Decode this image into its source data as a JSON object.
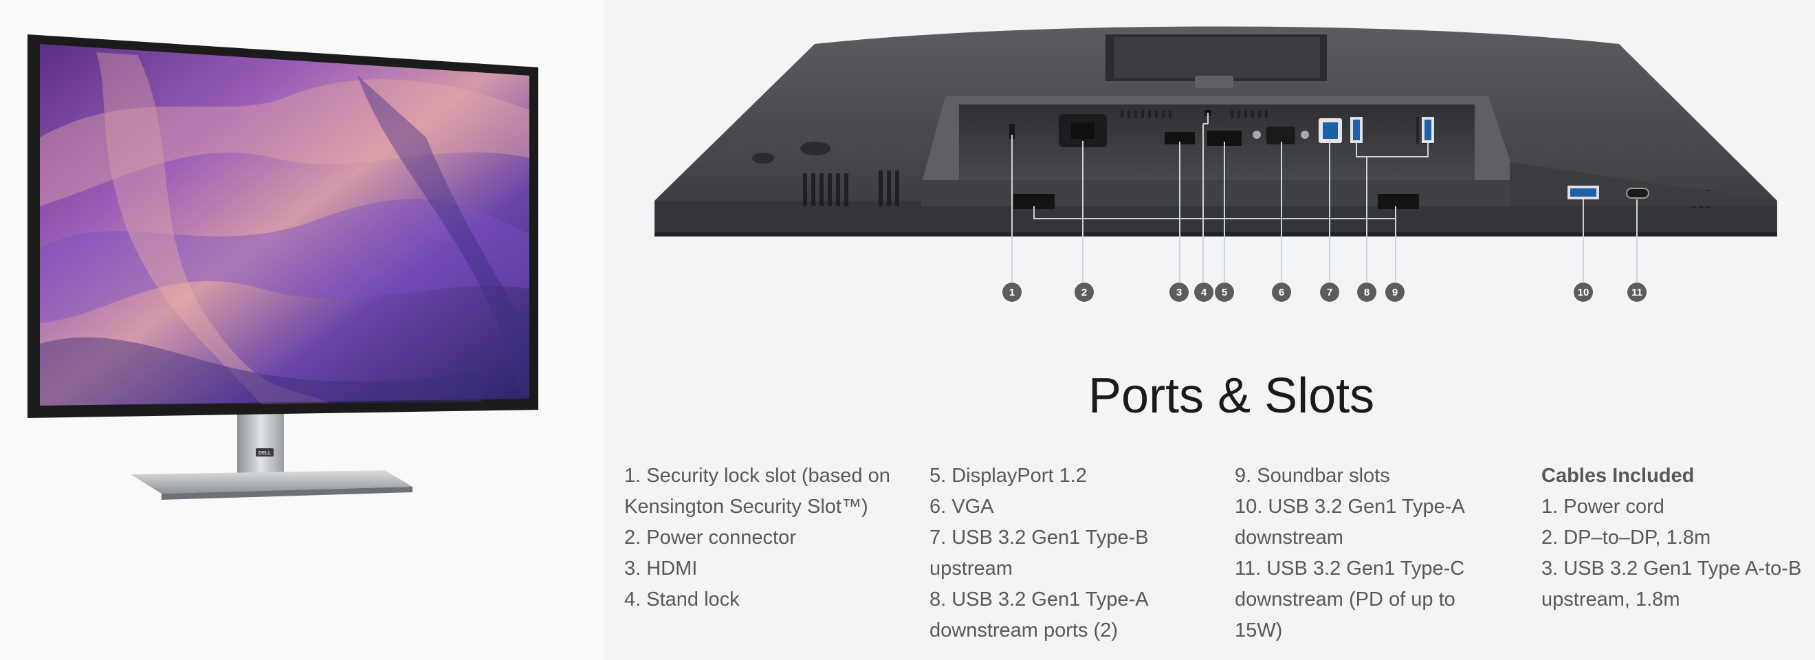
{
  "product": {
    "brand_logo": "DELL"
  },
  "callouts": [
    "1",
    "2",
    "3",
    "4",
    "5",
    "6",
    "7",
    "8",
    "9",
    "10",
    "11"
  ],
  "section": {
    "title": "Ports & Slots"
  },
  "columns": [
    {
      "lines": [
        "1. Security lock slot (based on",
        "Kensington Security Slot™)",
        "2. Power connector",
        "3. HDMI",
        "4. Stand lock"
      ]
    },
    {
      "lines": [
        "5. DisplayPort 1.2",
        "6. VGA",
        "7. USB 3.2 Gen1 Type-B",
        "upstream",
        "8. USB 3.2 Gen1 Type-A",
        "downstream ports (2)"
      ]
    },
    {
      "lines": [
        "9. Soundbar slots",
        "10. USB 3.2 Gen1 Type-A",
        "downstream",
        "11. USB 3.2 Gen1 Type-C",
        "downstream (PD of up to",
        "15W)"
      ]
    },
    {
      "heading": "Cables Included",
      "lines": [
        "1. Power cord",
        "2. DP–to–DP, 1.8m",
        "3. USB 3.2 Gen1 Type A-to-B",
        "upstream, 1.8m"
      ]
    }
  ],
  "colors": {
    "callout_fill": "#5c5c5c",
    "text": "#585858",
    "title": "#1a1a1a",
    "bezel": "#1b1b1b",
    "chassis": "#4a4c50"
  }
}
